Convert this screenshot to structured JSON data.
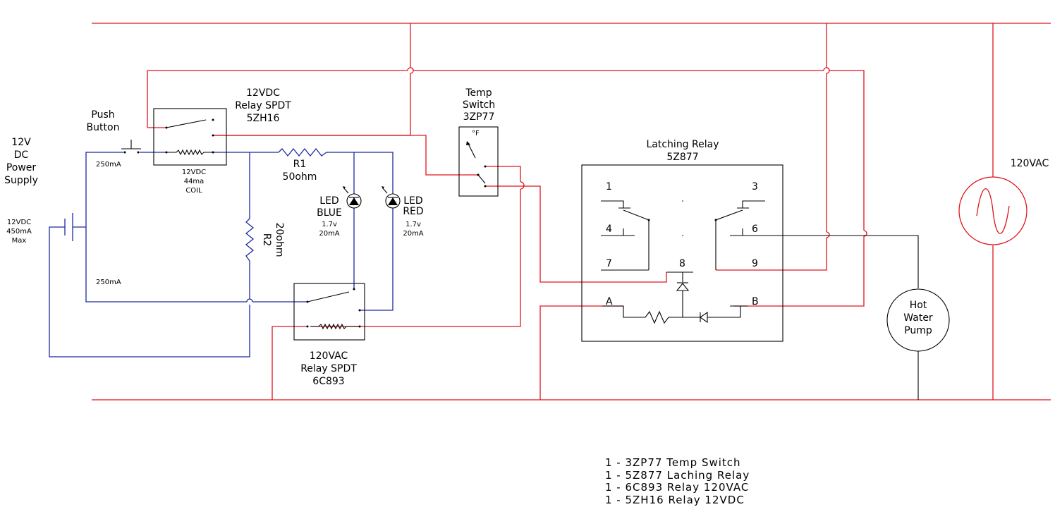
{
  "colors": {
    "ac_wire": "#e0141e",
    "dc_wire": "#1e28a0",
    "component": "#000000"
  },
  "power_supply": {
    "title": [
      "12V",
      "DC",
      "Power",
      "Supply"
    ],
    "rating": [
      "12VDC",
      "450mA",
      "Max"
    ]
  },
  "currents": {
    "top": "250mA",
    "bottom": "250mA"
  },
  "push_button": {
    "label": [
      "Push",
      "Button"
    ]
  },
  "relay_12vdc": {
    "title": [
      "12VDC",
      "Relay SPDT",
      "5ZH16"
    ],
    "coil": [
      "12VDC",
      "44ma",
      "COIL"
    ]
  },
  "r1": {
    "name": "R1",
    "value": "50ohm"
  },
  "r2": {
    "name": "R2",
    "value": "20ohm"
  },
  "led_blue": {
    "name": [
      "LED",
      "BLUE"
    ],
    "specs": [
      "1.7v",
      "20mA"
    ]
  },
  "led_red": {
    "name": [
      "LED",
      "RED"
    ],
    "specs": [
      "1.7v",
      "20mA"
    ]
  },
  "relay_120vac": {
    "title": [
      "120VAC",
      "Relay SPDT",
      "6C893"
    ]
  },
  "temp_switch": {
    "title": [
      "Temp",
      "Switch",
      "3ZP77"
    ],
    "unit": "°F"
  },
  "latching_relay": {
    "title": [
      "Latching Relay",
      "5Z877"
    ],
    "pins": [
      "1",
      "3",
      "4",
      "6",
      "7",
      "8",
      "9",
      "A",
      "B"
    ]
  },
  "ac_source": {
    "label": "120VAC"
  },
  "pump": {
    "label": [
      "Hot",
      "Water",
      "Pump"
    ]
  },
  "parts_list": [
    "1 - 3ZP77 Temp Switch",
    "1 - 5Z877 Laching Relay",
    "1 - 6C893 Relay 120VAC",
    "1 - 5ZH16 Relay 12VDC"
  ]
}
